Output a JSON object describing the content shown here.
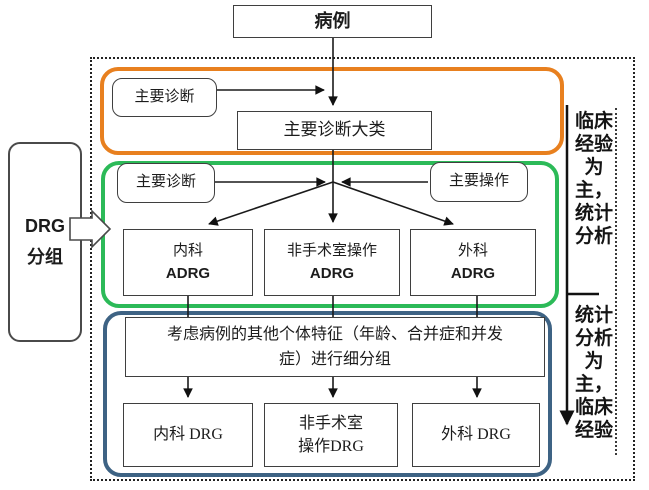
{
  "case": {
    "label": "病例"
  },
  "left_panel": {
    "lines": [
      "DRG",
      "分组"
    ]
  },
  "stage1": {
    "border_color": "#E8801F",
    "primary_diagnosis": "主要诊断",
    "mdc": "主要诊断大类"
  },
  "stage2": {
    "border_color": "#2CBA58",
    "primary_diagnosis": "主要诊断",
    "primary_operation": "主要操作",
    "boxes": [
      {
        "line1": "内科",
        "line2": "ADRG"
      },
      {
        "line1": "非手术室操作",
        "line2": "ADRG"
      },
      {
        "line1": "外科",
        "line2": "ADRG"
      }
    ]
  },
  "stage3": {
    "border_color": "#3E6384",
    "criteria_lines": [
      "考虑病例的其他个体特征（年龄、合并症和并发",
      "症）进行细分组"
    ],
    "boxes": [
      {
        "lines": [
          "内科 DRG"
        ]
      },
      {
        "lines": [
          "非手术室",
          "操作DRG"
        ]
      },
      {
        "lines": [
          "外科 DRG"
        ]
      }
    ]
  },
  "annotations": {
    "top_label_lines": [
      "临床",
      "经验",
      "为",
      "主，",
      "统计",
      "分析"
    ],
    "bottom_label_lines": [
      "统计",
      "分析",
      "为",
      "主，",
      "临床",
      "经验"
    ]
  }
}
